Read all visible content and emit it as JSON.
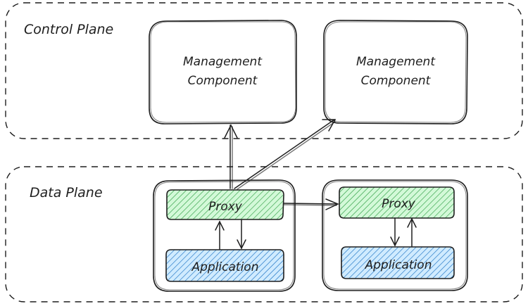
{
  "control_plane": {
    "label": "Control Plane",
    "components": [
      {
        "line1": "Management",
        "line2": "Component"
      },
      {
        "line1": "Management",
        "line2": "Component"
      }
    ]
  },
  "data_plane": {
    "label": "Data Plane",
    "pods": [
      {
        "proxy": "Proxy",
        "application": "Application"
      },
      {
        "proxy": "Proxy",
        "application": "Application"
      }
    ]
  },
  "colors": {
    "stroke": "#1e1e1e",
    "proxy_fill": "#b2f2bb",
    "proxy_hatch": "#2f9e44",
    "application_fill": "#a5d8ff",
    "application_hatch": "#1971c2",
    "background": "#ffffff"
  }
}
